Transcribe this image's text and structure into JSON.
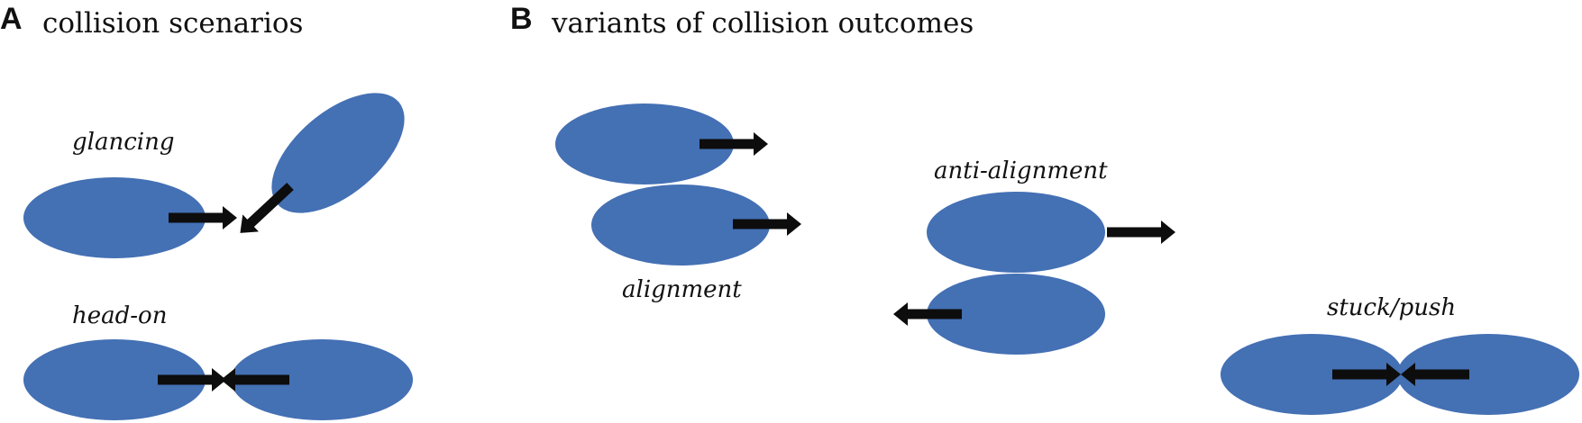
{
  "panels": {
    "a": {
      "letter": "A",
      "title": "collision scenarios"
    },
    "b": {
      "letter": "B",
      "title": "variants of collision outcomes"
    }
  },
  "labels": {
    "glancing": "glancing",
    "head_on": "head-on",
    "alignment": "alignment",
    "anti_alignment": "anti-alignment",
    "stuck_push": "stuck/push"
  },
  "colors": {
    "cell_fill": "#4470b4",
    "arrow_fill": "#0d0d0d"
  }
}
